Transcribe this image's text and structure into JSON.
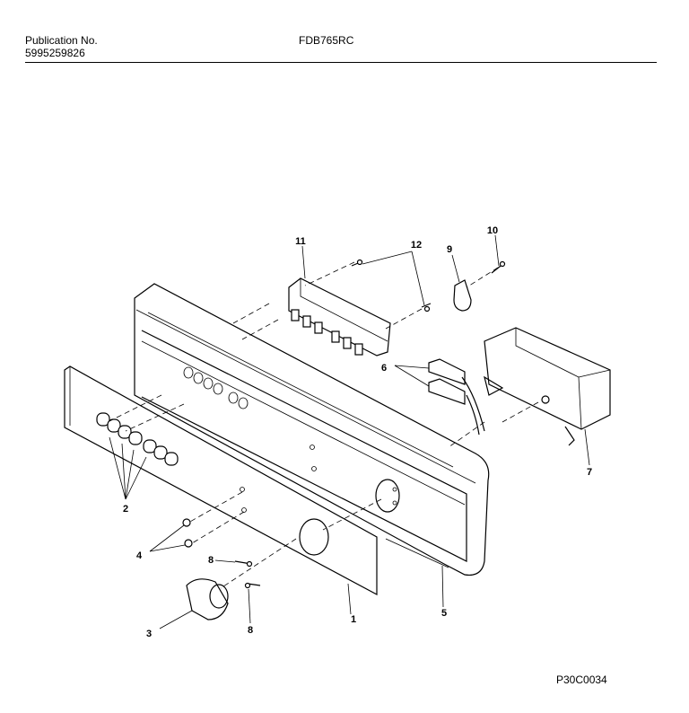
{
  "header": {
    "publication_label": "Publication No.",
    "publication_number": "5995259826",
    "model": "FDB765RC"
  },
  "footer": {
    "diagram_code": "P30C0034"
  },
  "callouts": {
    "c1": "1",
    "c2": "2",
    "c3": "3",
    "c4": "4",
    "c5": "5",
    "c6": "6",
    "c7": "7",
    "c8a": "8",
    "c8b": "8",
    "c9": "9",
    "c10": "10",
    "c11": "11",
    "c12": "12"
  }
}
